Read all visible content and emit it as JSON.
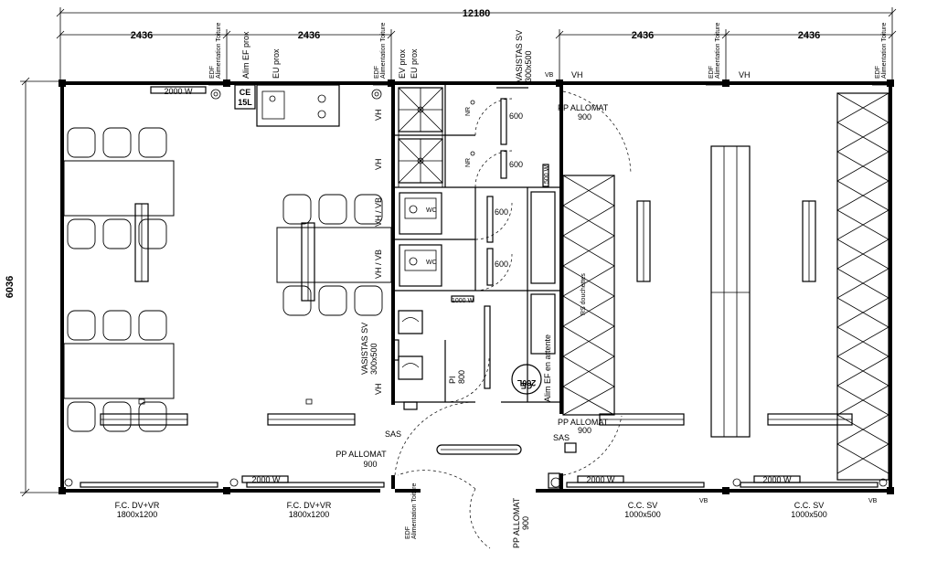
{
  "dimensions": {
    "overall": "12180",
    "module_width": "2436",
    "module_widths": [
      "2436",
      "2436",
      "2436",
      "2436"
    ],
    "height": "6036"
  },
  "labels": {
    "radiator": "2000 W",
    "radiator_small": "500 W",
    "radiator_1000": "1000 W",
    "edf": "EDF",
    "edf_sub": "Alimentation Toiture",
    "alim_ef": "Alim EF prox",
    "eu_prox": "EU prox",
    "ev_prox": "EV prox",
    "eu_prox2": "EU prox",
    "vasistas_top": "VASISTAS SV",
    "vasistas_top_size": "300x500",
    "vasistas_mid": "VASISTAS SV",
    "vasistas_mid_size": "300x500",
    "vh": "VH",
    "vb": "VB",
    "vh_vb": "VH / VB",
    "ce_top": "CE",
    "ce_top_size": "15L",
    "ce_bottom": "CE",
    "ce_bottom_size": "200L",
    "pp_allomat": "PP ALLOMAT",
    "pp_size": "900",
    "sas": "SAS",
    "pi": "PI",
    "pi_size": "800",
    "dim_600": "600",
    "nr": "NR",
    "wc": "WC",
    "alim_ef_attente": "Alim EF en attente",
    "rs_douchettes": "RS douchettes"
  },
  "windows": {
    "fc_label": "F.C. DV+VR",
    "fc_size": "1800x1200",
    "cc_label": "C.C. SV",
    "cc_size": "1000x500",
    "fc": [
      {
        "label": "F.C. DV+VR",
        "size": "1800x1200"
      },
      {
        "label": "F.C. DV+VR",
        "size": "1800x1200"
      }
    ],
    "cc": [
      {
        "label": "C.C. SV",
        "size": "1000x500"
      },
      {
        "label": "C.C. SV",
        "size": "1000x500"
      }
    ]
  }
}
